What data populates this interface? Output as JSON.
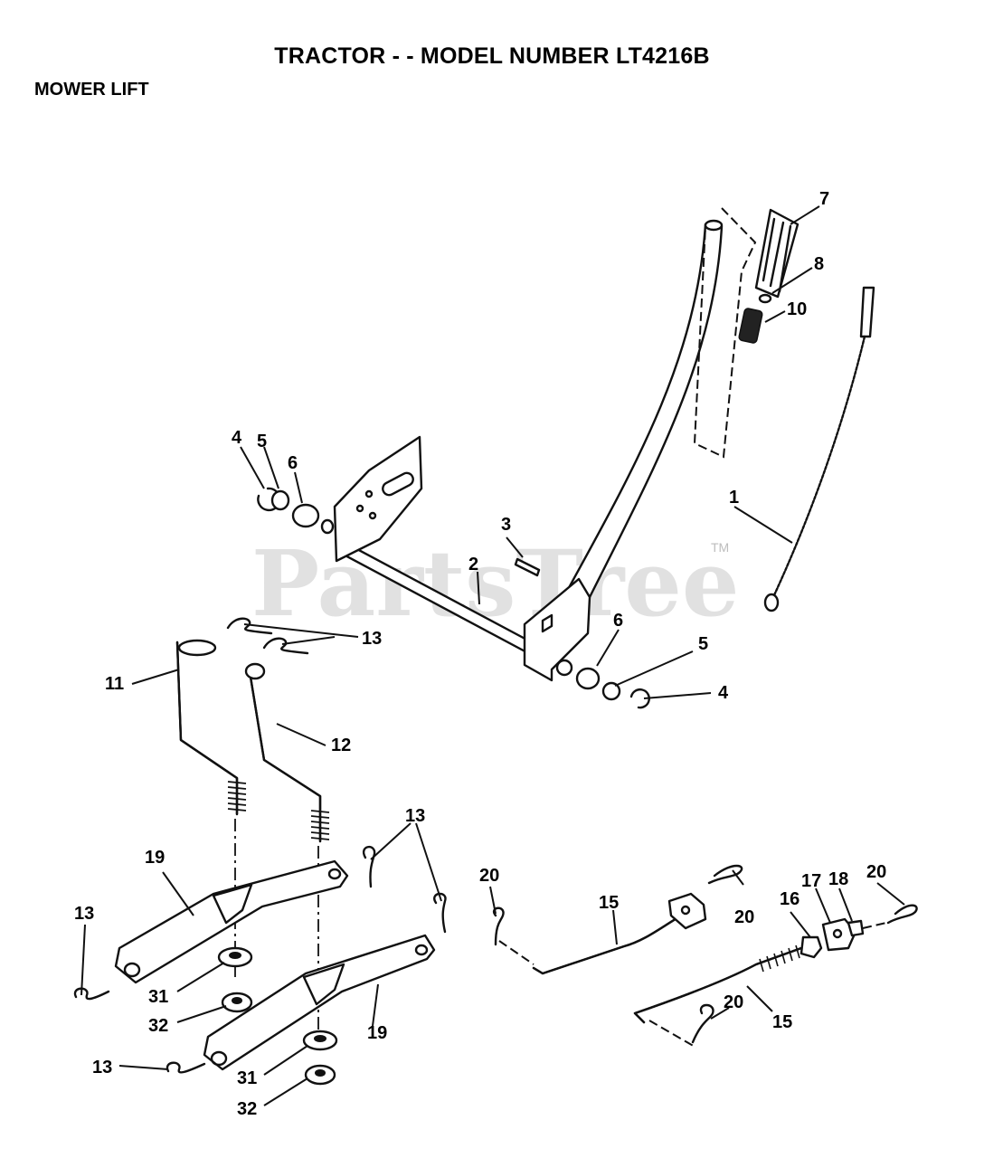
{
  "title": "TRACTOR - - MODEL NUMBER LT4216B",
  "subtitle": "MOWER LIFT",
  "watermark": {
    "text": "PartsTree",
    "tm": "TM"
  },
  "callouts": [
    "1",
    "2",
    "3",
    "4",
    "4",
    "5",
    "5",
    "6",
    "6",
    "7",
    "8",
    "10",
    "11",
    "12",
    "13",
    "13",
    "13",
    "13",
    "13",
    "15",
    "15",
    "16",
    "17",
    "18",
    "19",
    "19",
    "20",
    "20",
    "20",
    "20",
    "20",
    "31",
    "31",
    "32",
    "32"
  ]
}
